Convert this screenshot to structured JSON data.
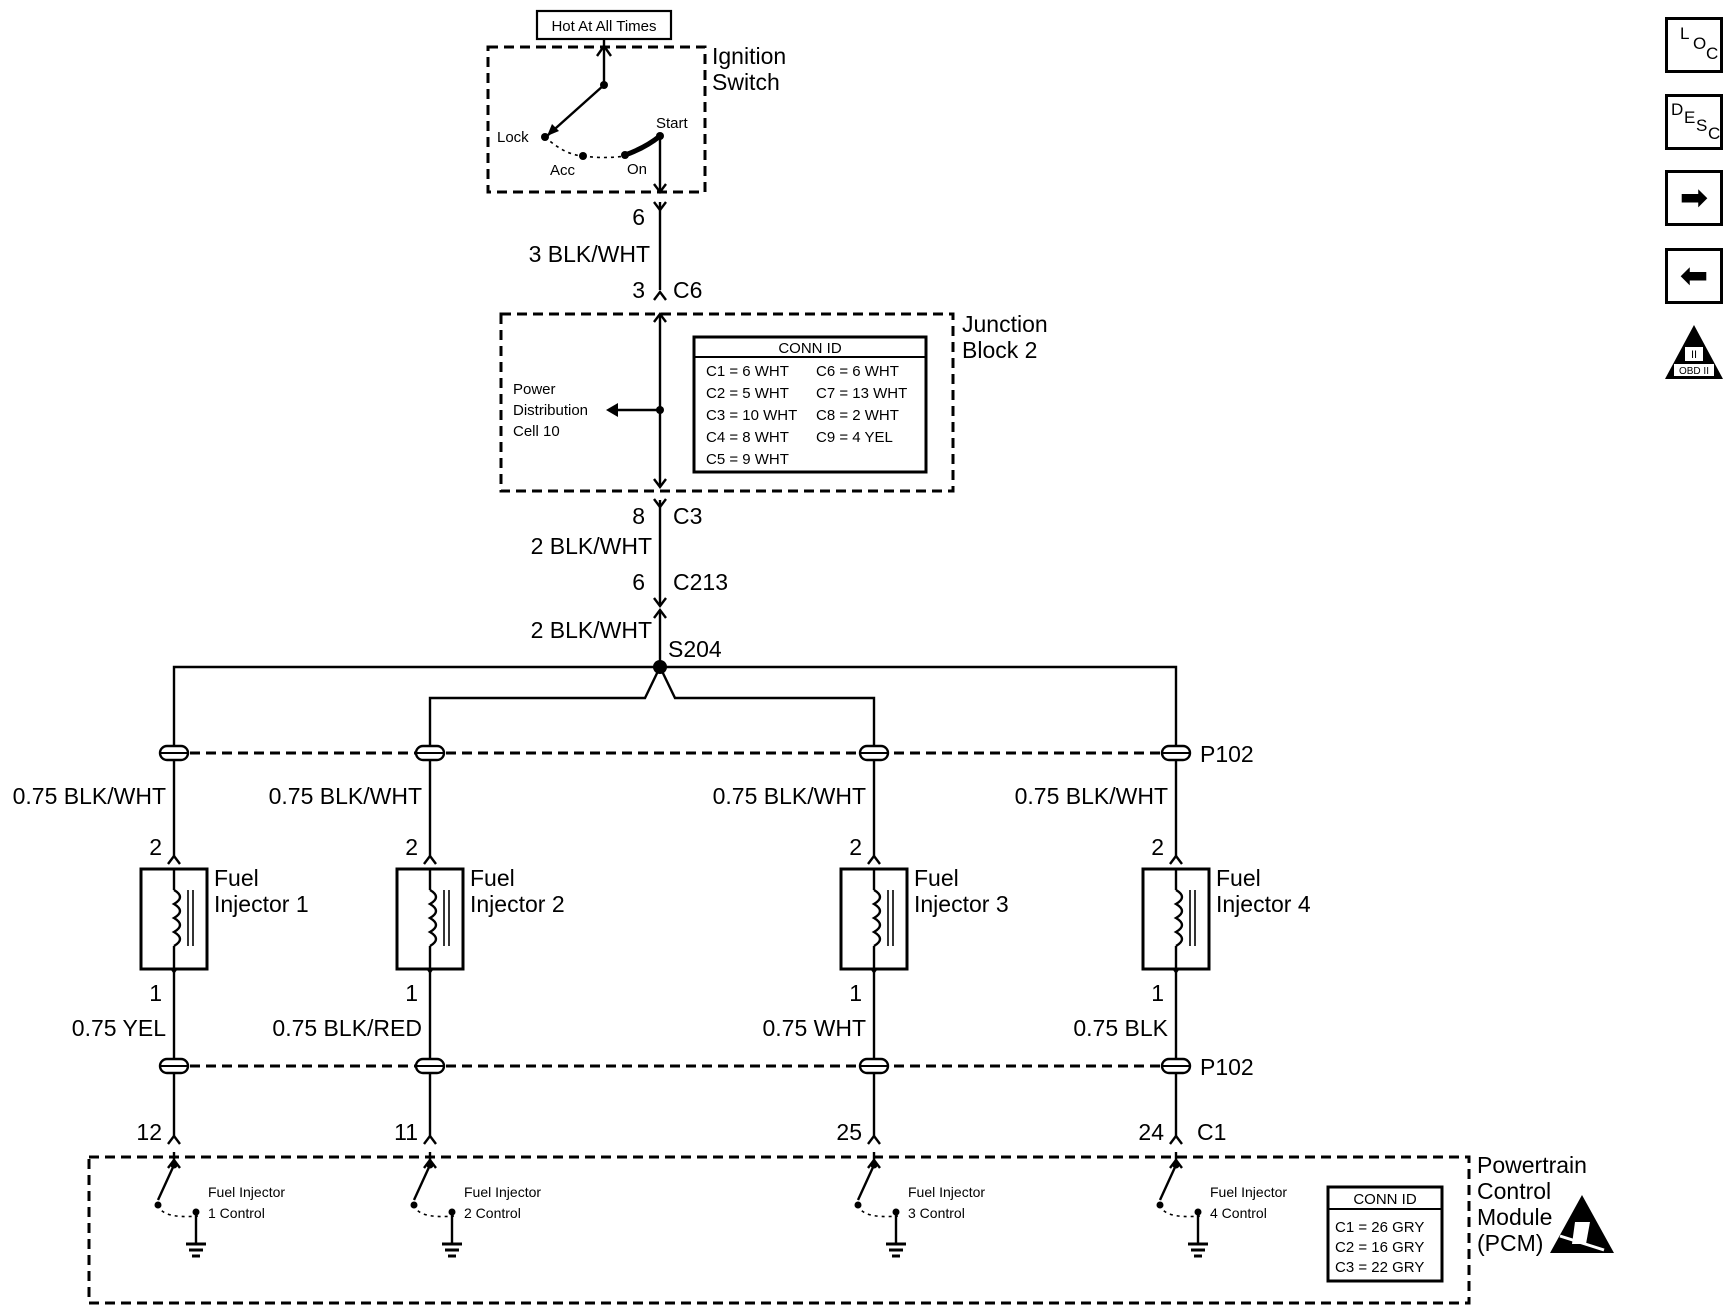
{
  "ignition": {
    "hot_label": "Hot At All Times",
    "title_line1": "Ignition",
    "title_line2": "Switch",
    "lock": "Lock",
    "acc": "Acc",
    "on": "On",
    "start": "Start",
    "pin": "6"
  },
  "wire_ign_jb": {
    "label": "3 BLK/WHT",
    "pin": "3",
    "connector": "C6"
  },
  "junction_block": {
    "title_line1": "Junction",
    "title_line2": "Block 2",
    "power_dist": [
      "Power",
      "Distribution",
      "Cell 10"
    ],
    "conn_title": "CONN ID",
    "conn_left": [
      "C1 = 6 WHT",
      "C2 = 5 WHT",
      "C3 = 10 WHT",
      "C4 = 8 WHT",
      "C5 = 9 WHT"
    ],
    "conn_right": [
      "C6 = 6 WHT",
      "C7 = 13 WHT",
      "C8 = 2 WHT",
      "C9 = 4 YEL"
    ]
  },
  "wire_jb_splice": {
    "pin_top": "8",
    "conn_top": "C3",
    "label_1": "2 BLK/WHT",
    "pin_mid": "6",
    "conn_mid": "C213",
    "label_2": "2 BLK/WHT",
    "splice": "S204"
  },
  "connector_p102": "P102",
  "injectors": [
    {
      "feed": "0.75 BLK/WHT",
      "pin_top": "2",
      "name_1": "Fuel",
      "name_2": "Injector 1",
      "pin_bottom": "1",
      "control_wire": "0.75 YEL",
      "pcm_pin": "12",
      "control_1": "Fuel Injector",
      "control_2": "1 Control"
    },
    {
      "feed": "0.75 BLK/WHT",
      "pin_top": "2",
      "name_1": "Fuel",
      "name_2": "Injector 2",
      "pin_bottom": "1",
      "control_wire": "0.75 BLK/RED",
      "pcm_pin": "11",
      "control_1": "Fuel Injector",
      "control_2": "2 Control"
    },
    {
      "feed": "0.75 BLK/WHT",
      "pin_top": "2",
      "name_1": "Fuel",
      "name_2": "Injector 3",
      "pin_bottom": "1",
      "control_wire": "0.75 WHT",
      "pcm_pin": "25",
      "control_1": "Fuel Injector",
      "control_2": "3 Control"
    },
    {
      "feed": "0.75 BLK/WHT",
      "pin_top": "2",
      "name_1": "Fuel",
      "name_2": "Injector 4",
      "pin_bottom": "1",
      "control_wire": "0.75 BLK",
      "pcm_pin": "24",
      "control_1": "Fuel Injector",
      "control_2": "4 Control"
    }
  ],
  "pcm": {
    "connector": "C1",
    "title": [
      "Powertrain",
      "Control",
      "Module",
      "(PCM)"
    ],
    "conn_title": "CONN ID",
    "conn_rows": [
      "C1 = 26 GRY",
      "C2 = 16 GRY",
      "C3 = 22 GRY"
    ]
  },
  "nav": {
    "loc": {
      "a": "L",
      "b": "O",
      "c": "C"
    },
    "desc": {
      "a": "D",
      "b": "E",
      "c": "S",
      "d": "C"
    },
    "next_icon": "right-arrow-icon",
    "prev_icon": "left-arrow-icon",
    "obd": {
      "top": "II",
      "bottom": "OBD II"
    }
  }
}
